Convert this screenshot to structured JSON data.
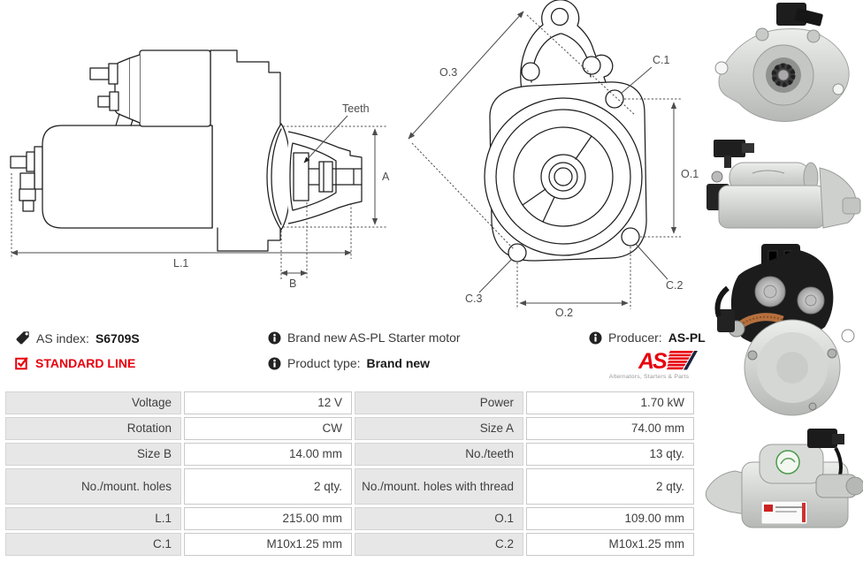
{
  "info": {
    "as_index": {
      "label": "AS index:",
      "value": "S6709S"
    },
    "standard_line": "STANDARD LINE",
    "brand_new_text": "Brand new AS-PL Starter motor",
    "product_type": {
      "label": "Product type:",
      "value": "Brand new"
    },
    "producer": {
      "label": "Producer:",
      "value": "AS-PL"
    },
    "logo": {
      "name": "AS",
      "tagline": "Alternators, Starters & Parts"
    }
  },
  "drawings": {
    "side_view": {
      "labels": {
        "teeth": "Teeth",
        "a": "A",
        "l1": "L.1",
        "b": "B"
      }
    },
    "front_view": {
      "labels": {
        "o3": "O.3",
        "o1": "O.1",
        "o2": "O.2",
        "c1": "C.1",
        "c2": "C.2",
        "c3": "C.3"
      }
    }
  },
  "photos": {
    "items": [
      {
        "name": "starter-front-flange-view"
      },
      {
        "name": "starter-side-view-solenoid"
      },
      {
        "name": "starter-rear-solenoid-view"
      },
      {
        "name": "starter-side-view-labels"
      }
    ]
  },
  "spec_table": {
    "rows": [
      {
        "label_left": "Voltage",
        "value_left": "12 V",
        "label_right": "Power",
        "value_right": "1.70 kW"
      },
      {
        "label_left": "Rotation",
        "value_left": "CW",
        "label_right": "Size A",
        "value_right": "74.00 mm"
      },
      {
        "label_left": "Size B",
        "value_left": "14.00 mm",
        "label_right": "No./teeth",
        "value_right": "13 qty."
      },
      {
        "label_left": "No./mount. holes",
        "value_left": "2 qty.",
        "label_right": "No./mount. holes with thread",
        "value_right": "2 qty."
      },
      {
        "label_left": "L.1",
        "value_left": "215.00 mm",
        "label_right": "O.1",
        "value_right": "109.00 mm"
      },
      {
        "label_left": "C.1",
        "value_left": "M10x1.25 mm",
        "label_right": "C.2",
        "value_right": "M10x1.25 mm"
      }
    ]
  },
  "colors": {
    "accent_red": "#e8000d",
    "table_label_bg": "#e7e7e7",
    "table_border": "#c9c9c9",
    "text": "#3a3a3a",
    "dim_label": "#4d4d4d"
  }
}
